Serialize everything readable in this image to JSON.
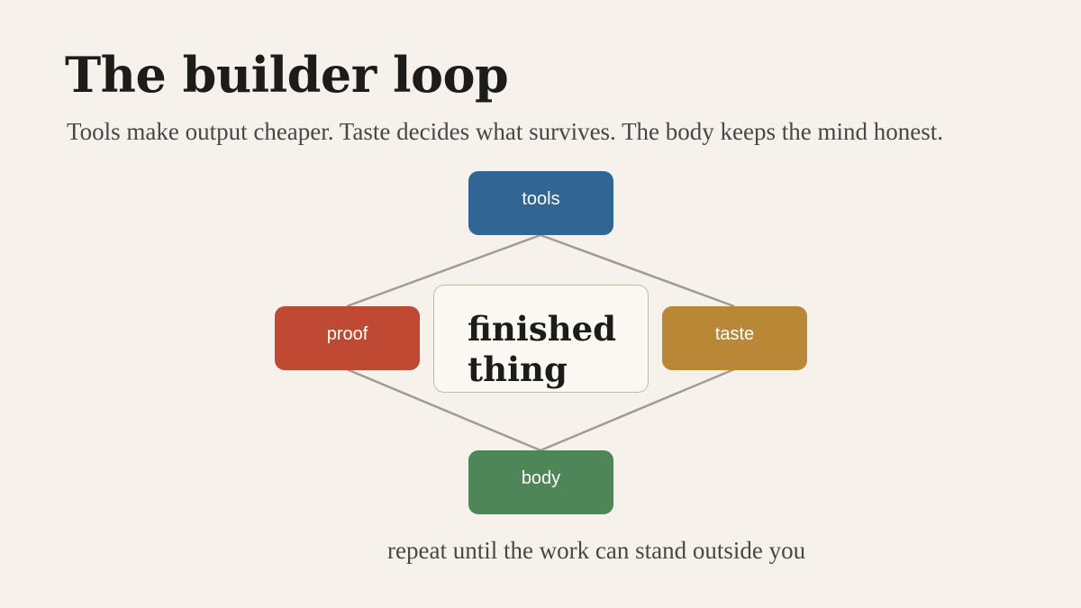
{
  "title": "The builder loop",
  "subtitle": "Tools make output cheaper. Taste decides what survives. The body keeps the mind honest.",
  "nodes": {
    "tools": {
      "label": "tools",
      "color": "#306594"
    },
    "taste": {
      "label": "taste",
      "color": "#b88836"
    },
    "body": {
      "label": "body",
      "color": "#4e8657"
    },
    "proof": {
      "label": "proof",
      "color": "#bf4932"
    }
  },
  "center": {
    "label": "finished thing"
  },
  "footer": "repeat until the work can stand outside you",
  "colors": {
    "background": "#f6f2eb",
    "connector": "#a39b8f"
  }
}
